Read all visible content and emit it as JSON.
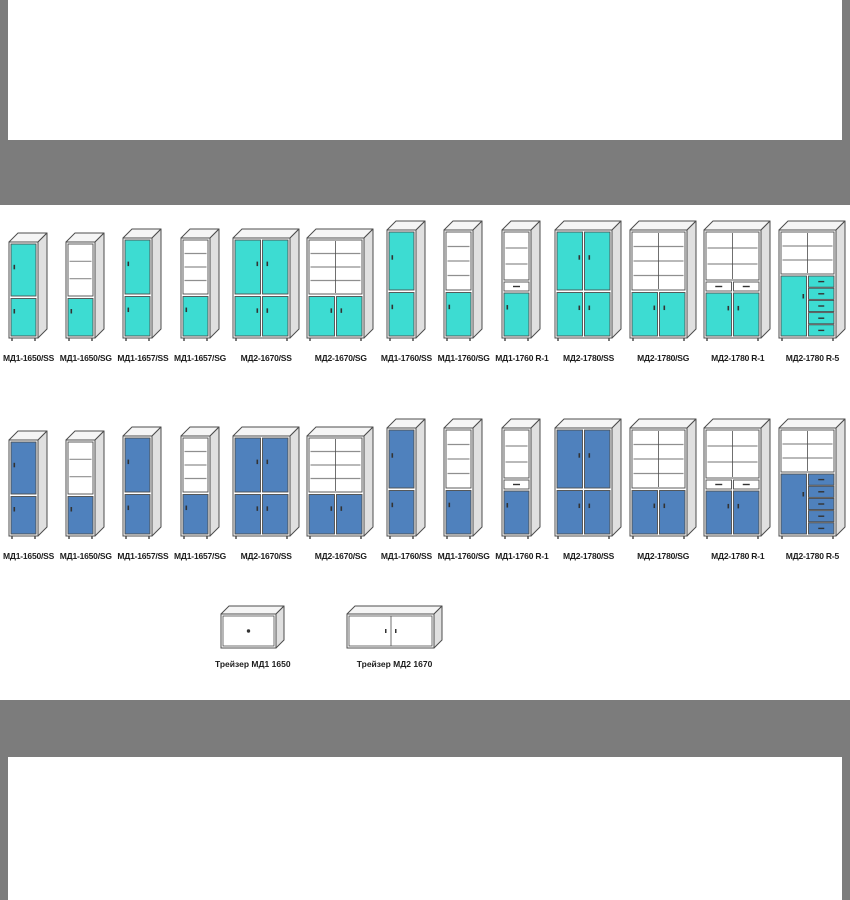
{
  "page": {
    "bg": "#7c7c7c",
    "panel": "#ffffff"
  },
  "colors": {
    "outline": "#4d4d4d",
    "top_face": "#f5f5f5",
    "side_face": "#e0e0e0",
    "glass": "#ffffff",
    "shelf": "#8f8f8f",
    "drawer_face": "#ffffff",
    "handle": "#333333"
  },
  "rows": [
    {
      "name": "cyan",
      "accent": "#3ddcd2",
      "accent_dark": "#17a79d"
    },
    {
      "name": "blue",
      "accent": "#4f81bd",
      "accent_dark": "#2d5e94"
    }
  ],
  "models": [
    {
      "label": "МД1-1650/SS",
      "type": "narrow",
      "variant": "SS",
      "h": 96
    },
    {
      "label": "МД1-1650/SG",
      "type": "narrow",
      "variant": "SG",
      "h": 96
    },
    {
      "label": "МД1-1657/SS",
      "type": "narrow",
      "variant": "SS",
      "h": 100
    },
    {
      "label": "МД1-1657/SG",
      "type": "narrow",
      "variant": "SG",
      "h": 100
    },
    {
      "label": "МД2-1670/SS",
      "type": "wide",
      "variant": "SS",
      "h": 100
    },
    {
      "label": "МД2-1670/SG",
      "type": "wide",
      "variant": "SG",
      "h": 100
    },
    {
      "label": "МД1-1760/SS",
      "type": "narrow",
      "variant": "SS",
      "h": 108
    },
    {
      "label": "МД1-1760/SG",
      "type": "narrow",
      "variant": "SG",
      "h": 108
    },
    {
      "label": "МД1-1760 R-1",
      "type": "narrow",
      "variant": "R-1",
      "h": 108
    },
    {
      "label": "МД2-1780/SS",
      "type": "wide",
      "variant": "SS",
      "h": 108
    },
    {
      "label": "МД2-1780/SG",
      "type": "wide",
      "variant": "SG",
      "h": 108
    },
    {
      "label": "МД2-1780 R-1",
      "type": "wide",
      "variant": "R-1",
      "h": 108
    },
    {
      "label": "МД2-1780 R-5",
      "type": "wide",
      "variant": "R-5",
      "h": 108
    }
  ],
  "treisers": [
    {
      "label": "Трейзер МД1 1650",
      "type": "single"
    },
    {
      "label": "Трейзер МД2 1670",
      "type": "double"
    }
  ]
}
